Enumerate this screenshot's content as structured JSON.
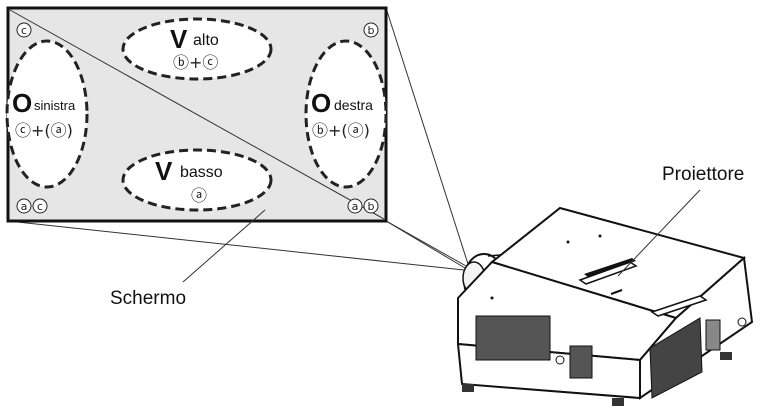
{
  "screen_label": "Schermo",
  "projector_label": "Proiettore",
  "corners": {
    "top_left": "c",
    "top_right": "b",
    "bottom_left": [
      "a",
      "c"
    ],
    "bottom_right": [
      "a",
      "b"
    ]
  },
  "zones": {
    "v_alto": {
      "letter": "V",
      "word": "alto",
      "formula": "ⓑ+ⓒ"
    },
    "v_basso": {
      "letter": "V",
      "word": "basso",
      "formula": "ⓐ"
    },
    "o_sinistra": {
      "letter": "O",
      "word": "sinistra",
      "formula": "ⓒ+(ⓐ)"
    },
    "o_destra": {
      "letter": "O",
      "word": "destra",
      "formula": "ⓑ+(ⓐ)"
    }
  },
  "colors": {
    "screen_fill": "#e6e6e6",
    "zone_fill": "#ffffff",
    "outline": "#222222"
  }
}
